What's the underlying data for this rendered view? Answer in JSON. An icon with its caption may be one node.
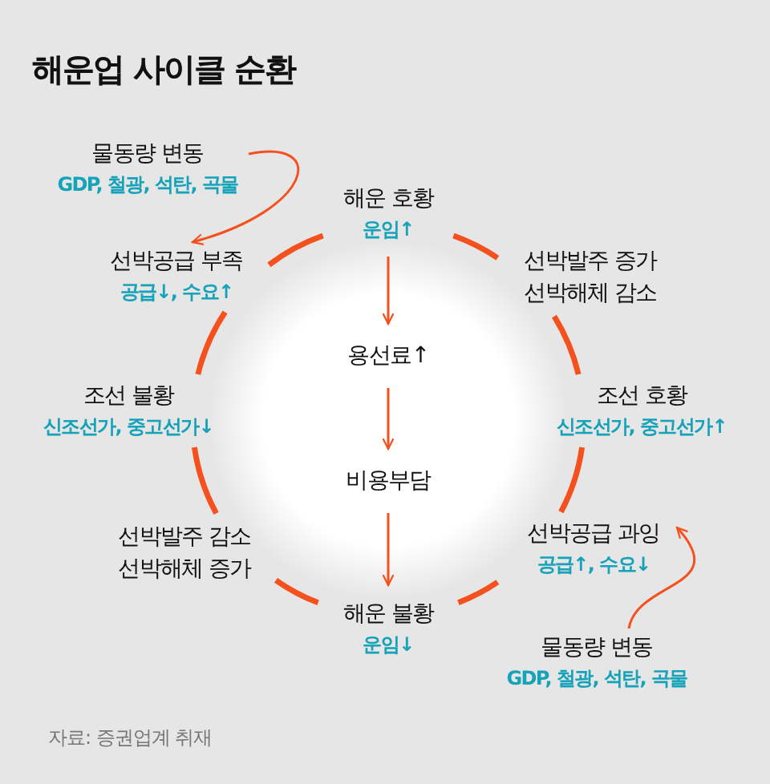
{
  "diagram": {
    "title": "해운업 사이클 순환",
    "nodes": [
      {
        "text": [
          "해운 호황",
          "운임↑"
        ]
      },
      {
        "text": [
          "선박발주 증가",
          "선박해체 감소"
        ]
      },
      {
        "text": [
          "조선 호황",
          "신조선가, 중고선가↑"
        ]
      },
      {
        "text": [
          "선박공급 과잉",
          "공급↑, 수요↓"
        ]
      },
      {
        "text": [
          "해운 불황",
          "운임↓"
        ]
      },
      {
        "text": [
          "선박발주 감소",
          "선박해체 증가"
        ]
      },
      {
        "text": [
          "조선 불황",
          "신조선가, 중고선가↓"
        ]
      },
      {
        "text": [
          "선박공급 부족",
          "공급↓, 수요↑"
        ]
      },
      {
        "text": [
          "용선료↑"
        ]
      },
      {
        "text": [
          "비용부담"
        ]
      },
      {
        "text": [
          "물동량 변동",
          "GDP, 철광, 석탄, 곡물"
        ]
      },
      {
        "text": [
          "물동량 변동",
          "GDP, 철광, 석탄, 곡물"
        ]
      }
    ],
    "edges": [
      {
        "from": 0,
        "to": 1,
        "arrow": "none"
      },
      {
        "from": 1,
        "to": 2,
        "arrow": "none"
      },
      {
        "from": 2,
        "to": 3,
        "arrow": "none"
      },
      {
        "from": 3,
        "to": 4,
        "arrow": "none"
      },
      {
        "from": 4,
        "to": 5,
        "arrow": "none"
      },
      {
        "from": 5,
        "to": 6,
        "arrow": "none"
      },
      {
        "from": 6,
        "to": 7,
        "arrow": "none"
      },
      {
        "from": 7,
        "to": 0,
        "arrow": "none"
      },
      {
        "from": 0,
        "to": 8,
        "arrow": "to"
      },
      {
        "from": 8,
        "to": 9,
        "arrow": "to"
      },
      {
        "from": 9,
        "to": 4,
        "arrow": "to"
      },
      {
        "from": 10,
        "to": 7,
        "arrow": "to"
      },
      {
        "from": 11,
        "to": 3,
        "arrow": "to"
      }
    ],
    "labels": [
      "자료: 증권업계 취재"
    ]
  }
}
